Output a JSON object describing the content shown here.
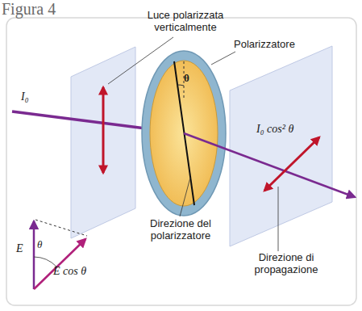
{
  "diagram": {
    "title": "Figura 4",
    "labels": [
      "Luce polarizzata verticalmente",
      "Polarizzatore",
      "θ",
      "I₀",
      "I₀ cos² θ",
      "Direzione del polarizzatore",
      "Direzione di propagazione",
      "E⃗",
      "θ",
      "E cos θ"
    ]
  }
}
